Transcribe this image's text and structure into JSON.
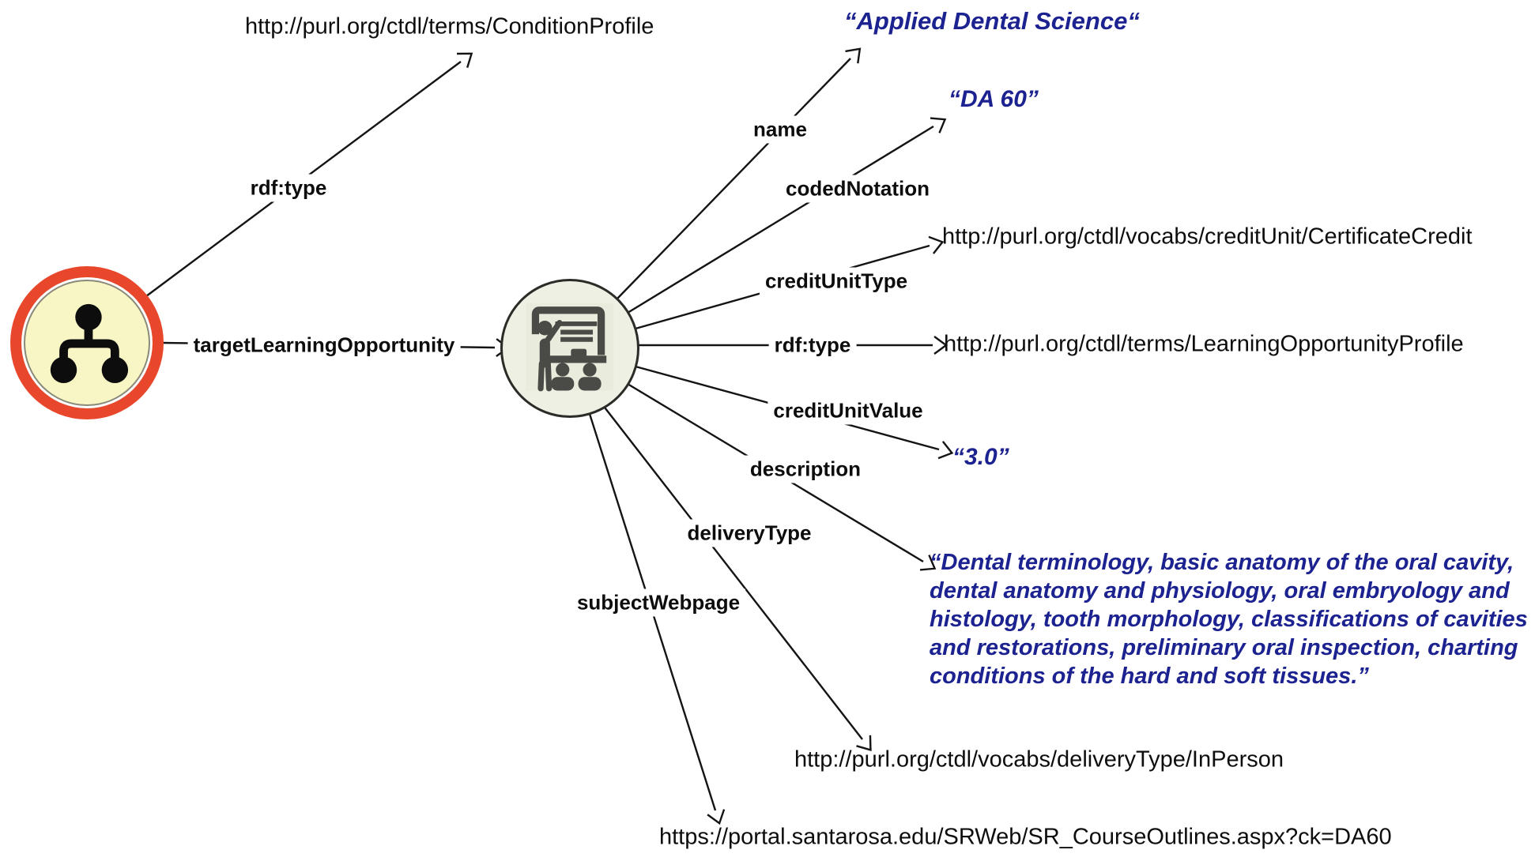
{
  "diagram": {
    "title": "RDF graph of a ConditionProfile with targetLearningOpportunity",
    "colors": {
      "background": "#ffffff",
      "literal_text_blue": "#1c2290",
      "iri_text_black": "#0d0d0d",
      "edge_line_black": "#141414",
      "condition_node_ring_red": "#e8472c",
      "condition_node_fill_yellow": "#f9f6c6",
      "learning_node_fill": "#eef0e4",
      "icon_gray": "#4a4a47"
    },
    "nodes": {
      "condition_profile": {
        "icon": "hierarchy-icon"
      },
      "learning_opportunity": {
        "icon": "classroom-presentation-icon"
      }
    },
    "edges": {
      "rdf_type_left": {
        "label": "rdf:type",
        "target": "http://purl.org/ctdl/terms/ConditionProfile"
      },
      "target_learning_opportunity": {
        "label": "targetLearningOpportunity"
      },
      "name": {
        "label": "name",
        "value": "“Applied Dental Science“"
      },
      "coded_notation": {
        "label": "codedNotation",
        "value": "“DA 60”"
      },
      "credit_unit_type": {
        "label": "creditUnitType",
        "target": "http://purl.org/ctdl/vocabs/creditUnit/CertificateCredit"
      },
      "rdf_type_center": {
        "label": "rdf:type",
        "target": "http://purl.org/ctdl/terms/LearningOpportunityProfile"
      },
      "credit_unit_value": {
        "label": "creditUnitValue",
        "value": "“3.0”"
      },
      "description": {
        "label": "description",
        "value": "“Dental terminology, basic anatomy of the oral cavity,\ndental anatomy and physiology, oral embryology and\nhistology, tooth morphology, classifications of cavities\nand restorations, preliminary oral inspection, charting\nconditions of the hard and soft tissues.”"
      },
      "delivery_type": {
        "label": "deliveryType",
        "target": "http://purl.org/ctdl/vocabs/deliveryType/InPerson"
      },
      "subject_webpage": {
        "label": "subjectWebpage",
        "target": "https://portal.santarosa.edu/SRWeb/SR_CourseOutlines.aspx?ck=DA60"
      }
    }
  }
}
